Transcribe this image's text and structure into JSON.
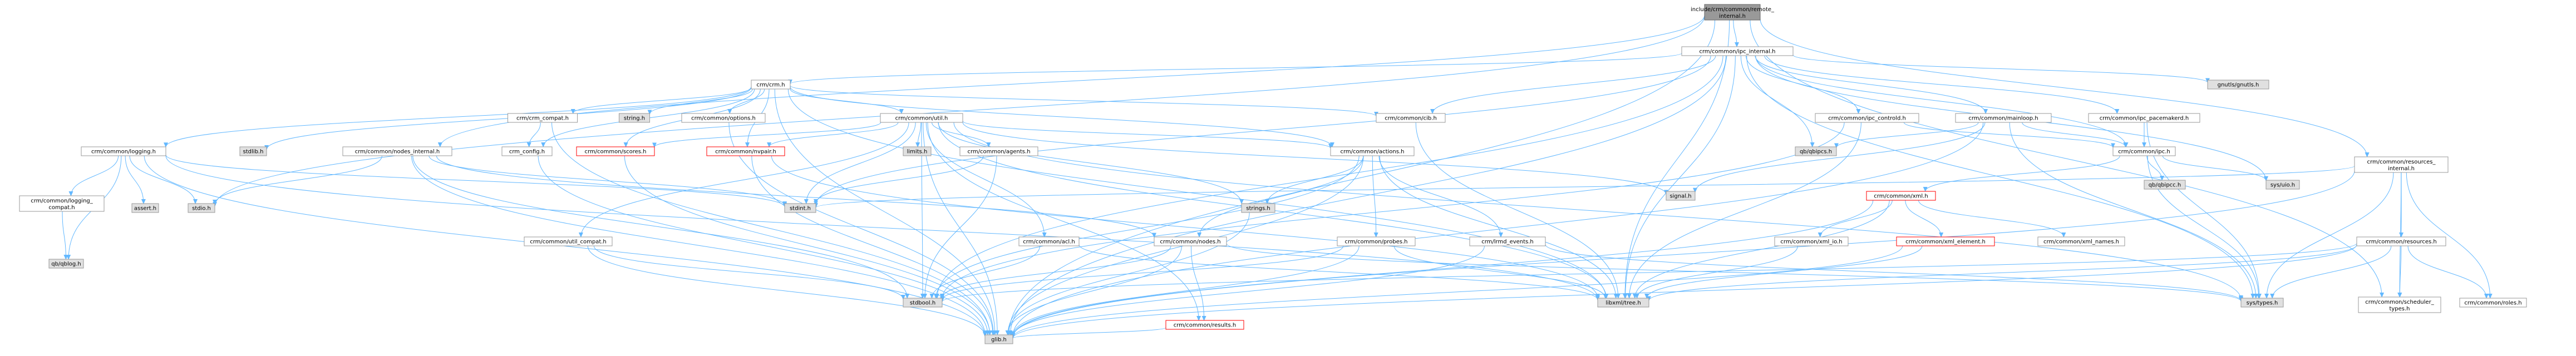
{
  "diagram": {
    "kind": "include-dependency-graph",
    "colors": {
      "edge": "#63b8ff",
      "node_fill": "#ffffff",
      "node_stroke": "#999999",
      "node_text": "#000000",
      "root_fill": "#999999",
      "root_stroke": "#666666",
      "system_fill": "#e0e0e0",
      "system_stroke": "#999999",
      "truncated_stroke": "#ff0000"
    },
    "nodes": [
      {
        "id": "root",
        "label": "include/crm/common/remote_internal.h",
        "kind": "root"
      },
      {
        "id": "ipc_internal",
        "label": "crm/common/ipc_internal.h",
        "kind": "normal"
      },
      {
        "id": "crm",
        "label": "crm/crm.h",
        "kind": "normal"
      },
      {
        "id": "crm_compat",
        "label": "crm/crm_compat.h",
        "kind": "normal"
      },
      {
        "id": "string_h",
        "label": "string.h",
        "kind": "system"
      },
      {
        "id": "options",
        "label": "crm/common/options.h",
        "kind": "normal"
      },
      {
        "id": "util",
        "label": "crm/common/util.h",
        "kind": "normal"
      },
      {
        "id": "logging",
        "label": "crm/common/logging.h",
        "kind": "normal"
      },
      {
        "id": "nodes_internal",
        "label": "crm/common/nodes_internal.h",
        "kind": "normal"
      },
      {
        "id": "stdlib",
        "label": "stdlib.h",
        "kind": "system"
      },
      {
        "id": "crm_config",
        "label": "crm_config.h",
        "kind": "normal"
      },
      {
        "id": "scores",
        "label": "crm/common/scores.h",
        "kind": "truncated"
      },
      {
        "id": "nvpair",
        "label": "crm/common/nvpair.h",
        "kind": "truncated"
      },
      {
        "id": "limits",
        "label": "limits.h",
        "kind": "system"
      },
      {
        "id": "agents",
        "label": "crm/common/agents.h",
        "kind": "normal"
      },
      {
        "id": "actions",
        "label": "crm/common/actions.h",
        "kind": "normal"
      },
      {
        "id": "cib",
        "label": "crm/common/cib.h",
        "kind": "normal"
      },
      {
        "id": "controld",
        "label": "crm/common/ipc_controld.h",
        "kind": "normal"
      },
      {
        "id": "mainloop",
        "label": "crm/common/mainloop.h",
        "kind": "normal"
      },
      {
        "id": "pacemakerd",
        "label": "crm/common/ipc_pacemakerd.h",
        "kind": "normal"
      },
      {
        "id": "gnutls",
        "label": "gnutls/gnutls.h",
        "kind": "system"
      },
      {
        "id": "resources_internal",
        "label": "crm/common/resources_internal.h",
        "kind": "normal"
      },
      {
        "id": "qb_ipcs",
        "label": "qb/qbipcs.h",
        "kind": "system"
      },
      {
        "id": "ipc",
        "label": "crm/common/ipc.h",
        "kind": "normal"
      },
      {
        "id": "qb_ipcc",
        "label": "qb/qbipcc.h",
        "kind": "system"
      },
      {
        "id": "sys_uio",
        "label": "sys/uio.h",
        "kind": "system"
      },
      {
        "id": "signal",
        "label": "signal.h",
        "kind": "system"
      },
      {
        "id": "xml",
        "label": "crm/common/xml.h",
        "kind": "truncated"
      },
      {
        "id": "logging_compat",
        "label": "crm/common/logging_compat.h",
        "kind": "normal"
      },
      {
        "id": "assert",
        "label": "assert.h",
        "kind": "system"
      },
      {
        "id": "stdio",
        "label": "stdio.h",
        "kind": "system"
      },
      {
        "id": "util_compat",
        "label": "crm/common/util_compat.h",
        "kind": "normal"
      },
      {
        "id": "stdint",
        "label": "stdint.h",
        "kind": "system"
      },
      {
        "id": "acl",
        "label": "crm/common/acl.h",
        "kind": "normal"
      },
      {
        "id": "nodes",
        "label": "crm/common/nodes.h",
        "kind": "normal"
      },
      {
        "id": "strings",
        "label": "strings.h",
        "kind": "system"
      },
      {
        "id": "probes",
        "label": "crm/common/probes.h",
        "kind": "normal"
      },
      {
        "id": "lrmd_events",
        "label": "crm/lrmd_events.h",
        "kind": "normal"
      },
      {
        "id": "xml_io",
        "label": "crm/common/xml_io.h",
        "kind": "normal"
      },
      {
        "id": "xml_element",
        "label": "crm/common/xml_element.h",
        "kind": "truncated"
      },
      {
        "id": "xml_names",
        "label": "crm/common/xml_names.h",
        "kind": "normal"
      },
      {
        "id": "resources",
        "label": "crm/common/resources.h",
        "kind": "normal"
      },
      {
        "id": "qblog",
        "label": "qb/qblog.h",
        "kind": "system"
      },
      {
        "id": "stdbool",
        "label": "stdbool.h",
        "kind": "system"
      },
      {
        "id": "results",
        "label": "crm/common/results.h",
        "kind": "truncated"
      },
      {
        "id": "libxml_tree",
        "label": "libxml/tree.h",
        "kind": "system"
      },
      {
        "id": "sys_types",
        "label": "sys/types.h",
        "kind": "system"
      },
      {
        "id": "scheduler_types",
        "label": "crm/common/scheduler_types.h",
        "kind": "normal"
      },
      {
        "id": "roles",
        "label": "crm/common/roles.h",
        "kind": "normal"
      },
      {
        "id": "glib",
        "label": "glib.h",
        "kind": "system"
      }
    ],
    "edges": [
      [
        "root",
        "ipc_internal"
      ],
      [
        "root",
        "nodes_internal"
      ],
      [
        "root",
        "resources_internal"
      ],
      [
        "root",
        "libxml_tree"
      ],
      [
        "root",
        "stdio"
      ],
      [
        "root",
        "glib"
      ],
      [
        "root",
        "scheduler_types"
      ],
      [
        "ipc_internal",
        "crm"
      ],
      [
        "ipc_internal",
        "cib"
      ],
      [
        "ipc_internal",
        "controld"
      ],
      [
        "ipc_internal",
        "mainloop"
      ],
      [
        "ipc_internal",
        "pacemakerd"
      ],
      [
        "ipc_internal",
        "gnutls"
      ],
      [
        "ipc_internal",
        "qb_ipcs"
      ],
      [
        "ipc_internal",
        "ipc"
      ],
      [
        "ipc_internal",
        "sys_uio"
      ],
      [
        "ipc_internal",
        "sys_types"
      ],
      [
        "ipc_internal",
        "stdbool"
      ],
      [
        "ipc_internal",
        "stdint"
      ],
      [
        "ipc_internal",
        "libxml_tree"
      ],
      [
        "ipc_internal",
        "glib"
      ],
      [
        "crm",
        "crm_compat"
      ],
      [
        "crm",
        "string_h"
      ],
      [
        "crm",
        "options"
      ],
      [
        "crm",
        "util"
      ],
      [
        "crm",
        "logging"
      ],
      [
        "crm",
        "stdlib"
      ],
      [
        "crm",
        "crm_config"
      ],
      [
        "crm",
        "scores"
      ],
      [
        "crm",
        "nvpair"
      ],
      [
        "crm",
        "actions"
      ],
      [
        "crm",
        "cib"
      ],
      [
        "crm",
        "libxml_tree"
      ],
      [
        "crm",
        "glib"
      ],
      [
        "crm_compat",
        "crm_config"
      ],
      [
        "crm_compat",
        "glib"
      ],
      [
        "util",
        "agents"
      ],
      [
        "util",
        "actions"
      ],
      [
        "util",
        "limits"
      ],
      [
        "util",
        "scores"
      ],
      [
        "util",
        "nvpair"
      ],
      [
        "util",
        "util_compat"
      ],
      [
        "util",
        "acl"
      ],
      [
        "util",
        "strings"
      ],
      [
        "util",
        "signal"
      ],
      [
        "util",
        "stdbool"
      ],
      [
        "util",
        "stdint"
      ],
      [
        "util",
        "results"
      ],
      [
        "util",
        "sys_types"
      ],
      [
        "util",
        "libxml_tree"
      ],
      [
        "util",
        "glib"
      ],
      [
        "logging",
        "logging_compat"
      ],
      [
        "logging",
        "assert"
      ],
      [
        "logging",
        "stdio"
      ],
      [
        "logging",
        "stdint"
      ],
      [
        "logging",
        "qblog"
      ],
      [
        "logging",
        "libxml_tree"
      ],
      [
        "logging",
        "glib"
      ],
      [
        "logging_compat",
        "qblog"
      ],
      [
        "nodes_internal",
        "stdio"
      ],
      [
        "nodes_internal",
        "stdint"
      ],
      [
        "nodes_internal",
        "nodes"
      ],
      [
        "nodes_internal",
        "stdbool"
      ],
      [
        "nodes_internal",
        "glib"
      ],
      [
        "scores",
        "glib"
      ],
      [
        "nvpair",
        "libxml_tree"
      ],
      [
        "nvpair",
        "glib"
      ],
      [
        "agents",
        "stdint"
      ],
      [
        "agents",
        "stdbool"
      ],
      [
        "actions",
        "probes"
      ],
      [
        "actions",
        "lrmd_events"
      ],
      [
        "actions",
        "strings"
      ],
      [
        "actions",
        "nodes"
      ],
      [
        "actions",
        "stdbool"
      ],
      [
        "actions",
        "libxml_tree"
      ],
      [
        "actions",
        "glib"
      ],
      [
        "cib",
        "libxml_tree"
      ],
      [
        "controld",
        "ipc"
      ],
      [
        "controld",
        "libxml_tree"
      ],
      [
        "controld",
        "stdbool"
      ],
      [
        "mainloop",
        "ipc"
      ],
      [
        "mainloop",
        "signal"
      ],
      [
        "mainloop",
        "qb_ipcs"
      ],
      [
        "mainloop",
        "sys_types"
      ],
      [
        "mainloop",
        "glib"
      ],
      [
        "pacemakerd",
        "ipc"
      ],
      [
        "pacemakerd",
        "sys_types"
      ],
      [
        "ipc",
        "qb_ipcc"
      ],
      [
        "ipc",
        "xml"
      ],
      [
        "ipc",
        "sys_uio"
      ],
      [
        "ipc",
        "sys_types"
      ],
      [
        "xml",
        "xml_io"
      ],
      [
        "xml",
        "xml_element"
      ],
      [
        "xml",
        "xml_names"
      ],
      [
        "xml",
        "libxml_tree"
      ],
      [
        "xml",
        "glib"
      ],
      [
        "xml_io",
        "libxml_tree"
      ],
      [
        "xml_element",
        "libxml_tree"
      ],
      [
        "xml_element",
        "glib"
      ],
      [
        "resources_internal",
        "resources"
      ],
      [
        "resources_internal",
        "scheduler_types"
      ],
      [
        "resources_internal",
        "roles"
      ],
      [
        "resources_internal",
        "sys_types"
      ],
      [
        "resources_internal",
        "stdint"
      ],
      [
        "resources_internal",
        "glib"
      ],
      [
        "resources",
        "scheduler_types"
      ],
      [
        "resources",
        "roles"
      ],
      [
        "resources",
        "sys_types"
      ],
      [
        "resources",
        "libxml_tree"
      ],
      [
        "resources",
        "glib"
      ],
      [
        "resources",
        "stdbool"
      ],
      [
        "util_compat",
        "stdbool"
      ],
      [
        "util_compat",
        "glib"
      ],
      [
        "acl",
        "libxml_tree"
      ],
      [
        "acl",
        "stdbool"
      ],
      [
        "nodes",
        "results"
      ],
      [
        "nodes",
        "sys_types"
      ],
      [
        "nodes",
        "stdbool"
      ],
      [
        "nodes",
        "glib"
      ],
      [
        "strings",
        "glib"
      ],
      [
        "probes",
        "stdbool"
      ],
      [
        "probes",
        "libxml_tree"
      ],
      [
        "probes",
        "glib"
      ],
      [
        "lrmd_events",
        "sys_types"
      ],
      [
        "lrmd_events",
        "glib"
      ],
      [
        "results",
        "glib"
      ],
      [
        "crm_config",
        "glib"
      ],
      [
        "options",
        "glib"
      ]
    ]
  }
}
